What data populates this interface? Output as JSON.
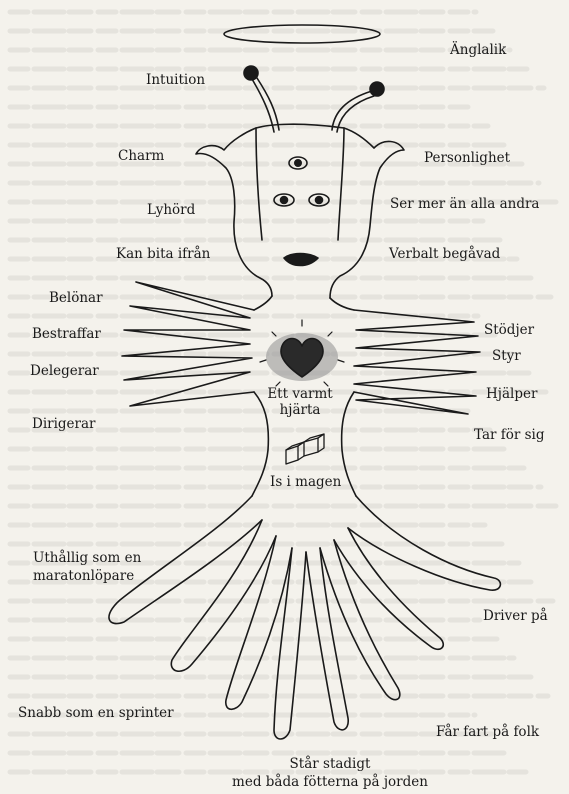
{
  "labels": {
    "anglalik": "Änglalik",
    "intuition": "Intuition",
    "charm": "Charm",
    "personlighet": "Personlighet",
    "lyhord": "Lyhörd",
    "ser_mer": "Ser mer än alla andra",
    "kan_bita": "Kan bita ifrån",
    "verbalt": "Verbalt begåvad",
    "belonar": "Belönar",
    "bestraffar": "Bestraffar",
    "delegerar": "Delegerar",
    "dirigerar": "Dirigerar",
    "stodjer": "Stödjer",
    "styr": "Styr",
    "hjalper": "Hjälper",
    "tar_for_sig": "Tar för sig",
    "hjarta_1": "Ett varmt",
    "hjarta_2": "hjärta",
    "is_i_magen": "Is i magen",
    "uthallig_1": "Uthållig som en",
    "uthallig_2": "maratonlöpare",
    "driver_pa": "Driver på",
    "snabb": "Snabb som en sprinter",
    "far_fart": "Får fart på folk",
    "star_1": "Står stadigt",
    "star_2": "med båda fötterna på jorden"
  },
  "colors": {
    "ink": "#1a1a1a",
    "paper": "#f4f2ec",
    "heart": "#2a2a2a",
    "glow": "#8f8f8f"
  }
}
